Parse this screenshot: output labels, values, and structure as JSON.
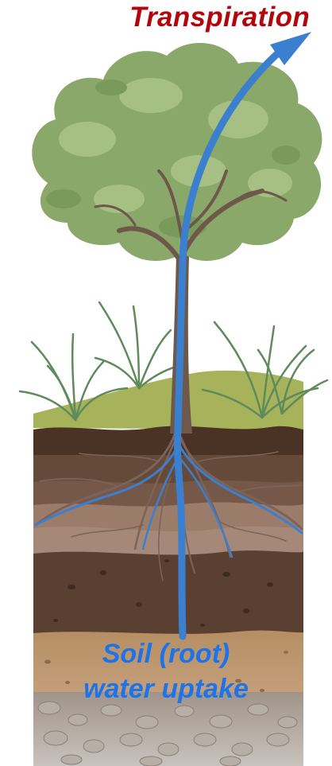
{
  "labels": {
    "top": "Transpiration",
    "bottom_line1": "Soil (root)",
    "bottom_line2": "water uptake"
  },
  "colors": {
    "top_label": "#b3060c",
    "bottom_label": "#1e73e8",
    "flow_arrow": "#3b7fcf",
    "foliage": "#8aa86a",
    "foliage_light": "#a6bf83",
    "trunk": "#6e5849",
    "grass": "#5f8a5c",
    "ground": "#a6b35a",
    "soil_top": "#4a3225",
    "soil_mid": "#6b5040",
    "soil_light": "#9c7d6c",
    "soil_dark": "#5a4030",
    "sand": "#b08a63",
    "gravel": "#8e857e"
  },
  "icons": {
    "tree": "tree-illustration",
    "flow_arrow": "water-flow-arrow-icon"
  }
}
